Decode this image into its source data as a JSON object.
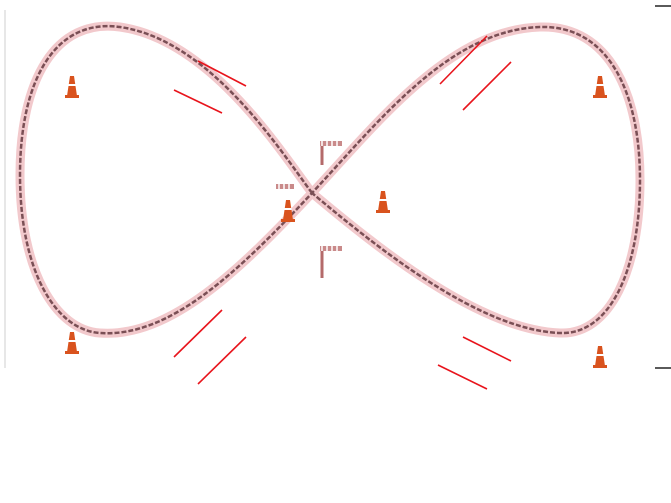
{
  "diagram": {
    "kind": "figure-eight course",
    "colors": {
      "track_outline": "#7a4f55",
      "track_halo": "#f2c9cc",
      "cone": "#d9531e",
      "cone_band": "#ffffff",
      "marker_line": "#e8141c",
      "tick": "#222222",
      "frame_line": "#cfcfcf"
    },
    "cones": [
      {
        "id": "cone-top-left"
      },
      {
        "id": "cone-top-right"
      },
      {
        "id": "cone-bottom-left"
      },
      {
        "id": "cone-bottom-right"
      },
      {
        "id": "cone-center-left"
      },
      {
        "id": "cone-center-right"
      }
    ],
    "marker_lines": [
      {
        "id": "marker-top-left-upper"
      },
      {
        "id": "marker-top-left-lower"
      },
      {
        "id": "marker-top-right-upper"
      },
      {
        "id": "marker-top-right-lower"
      },
      {
        "id": "marker-bottom-left-upper"
      },
      {
        "id": "marker-bottom-left-lower"
      },
      {
        "id": "marker-bottom-right-upper"
      },
      {
        "id": "marker-bottom-right-lower"
      }
    ],
    "stripe_markers": [
      {
        "id": "stripe-marker-top"
      },
      {
        "id": "stripe-marker-center"
      },
      {
        "id": "stripe-marker-bottom"
      }
    ]
  }
}
